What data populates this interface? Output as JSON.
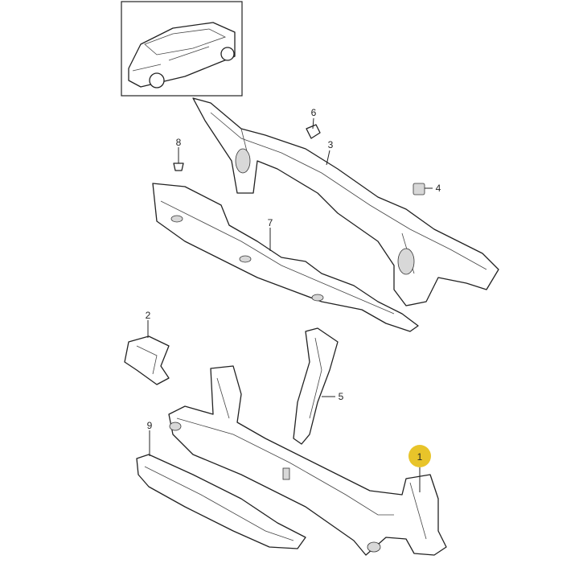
{
  "diagram": {
    "callouts": [
      {
        "number": "1",
        "highlighted": true
      },
      {
        "number": "2"
      },
      {
        "number": "3"
      },
      {
        "number": "4"
      },
      {
        "number": "5"
      },
      {
        "number": "6"
      },
      {
        "number": "7"
      },
      {
        "number": "8"
      },
      {
        "number": "9"
      }
    ],
    "highlight_color": "#e8c42a"
  }
}
